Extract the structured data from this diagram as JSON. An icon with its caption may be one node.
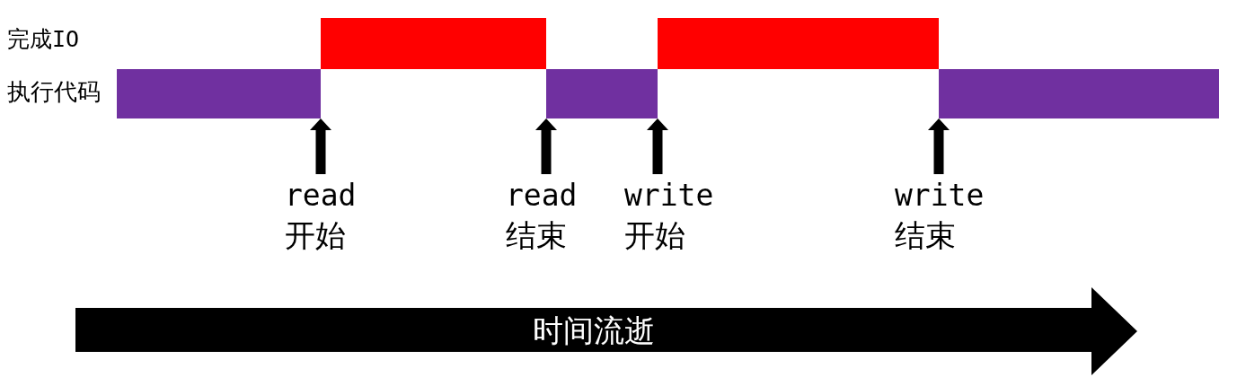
{
  "diagram": {
    "nodes": [
      {
        "text": [],
        "shape": "bar"
      },
      {
        "text": [],
        "shape": "bar"
      },
      {
        "text": [],
        "shape": "bar"
      },
      {
        "text": [],
        "shape": "bar"
      },
      {
        "text": [],
        "shape": "bar"
      },
      {
        "text": [
          "read",
          "开始"
        ]
      },
      {
        "text": [
          "read",
          "结束"
        ]
      },
      {
        "text": [
          "write",
          "开始"
        ]
      },
      {
        "text": [
          "write",
          "结束"
        ]
      },
      {
        "text": [
          "时间流逝"
        ]
      }
    ],
    "edges": [
      {
        "from": 5,
        "to": 0,
        "arrow": "to"
      },
      {
        "from": 6,
        "to": 2,
        "arrow": "to"
      },
      {
        "from": 7,
        "to": 2,
        "arrow": "to"
      },
      {
        "from": 8,
        "to": 4,
        "arrow": "to"
      }
    ],
    "labels": [
      "完成IO",
      "执行代码"
    ]
  }
}
